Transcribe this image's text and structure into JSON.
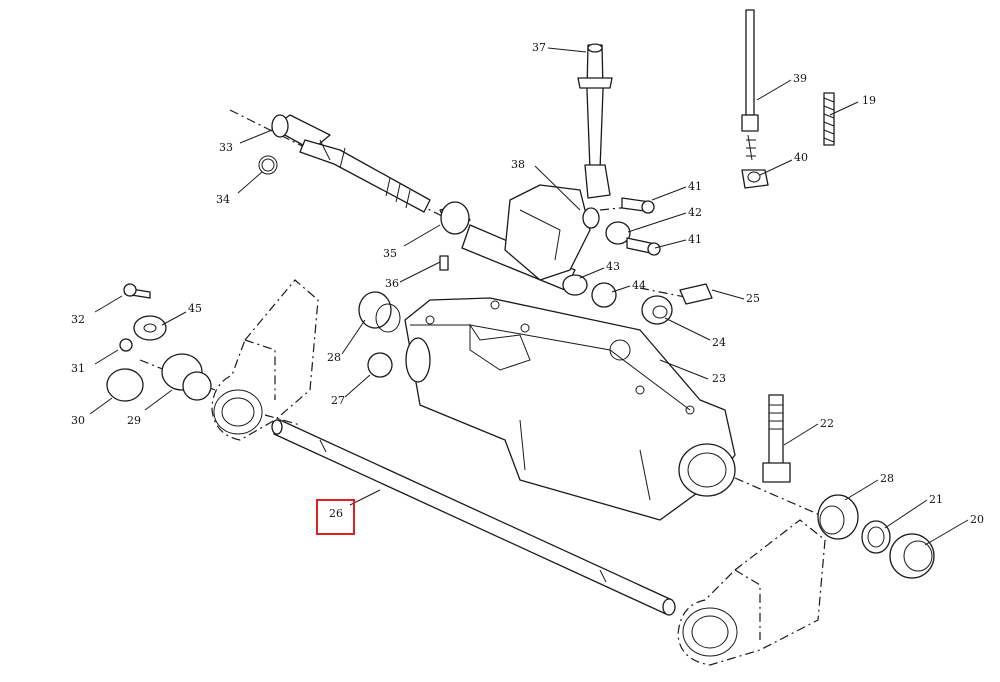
{
  "highlight": {
    "part": "26",
    "color": "#e02020"
  },
  "callouts": [
    {
      "id": "19",
      "label": "19"
    },
    {
      "id": "20",
      "label": "20"
    },
    {
      "id": "21",
      "label": "21"
    },
    {
      "id": "22",
      "label": "22"
    },
    {
      "id": "23",
      "label": "23"
    },
    {
      "id": "24",
      "label": "24"
    },
    {
      "id": "25",
      "label": "25"
    },
    {
      "id": "26",
      "label": "26"
    },
    {
      "id": "27",
      "label": "27"
    },
    {
      "id": "28a",
      "label": "28"
    },
    {
      "id": "28b",
      "label": "28"
    },
    {
      "id": "29",
      "label": "29"
    },
    {
      "id": "30",
      "label": "30"
    },
    {
      "id": "31",
      "label": "31"
    },
    {
      "id": "32",
      "label": "32"
    },
    {
      "id": "33",
      "label": "33"
    },
    {
      "id": "34",
      "label": "34"
    },
    {
      "id": "35",
      "label": "35"
    },
    {
      "id": "36",
      "label": "36"
    },
    {
      "id": "37",
      "label": "37"
    },
    {
      "id": "38",
      "label": "38"
    },
    {
      "id": "39",
      "label": "39"
    },
    {
      "id": "40",
      "label": "40"
    },
    {
      "id": "41a",
      "label": "41"
    },
    {
      "id": "41b",
      "label": "41"
    },
    {
      "id": "42",
      "label": "42"
    },
    {
      "id": "43",
      "label": "43"
    },
    {
      "id": "44",
      "label": "44"
    },
    {
      "id": "45",
      "label": "45"
    }
  ]
}
